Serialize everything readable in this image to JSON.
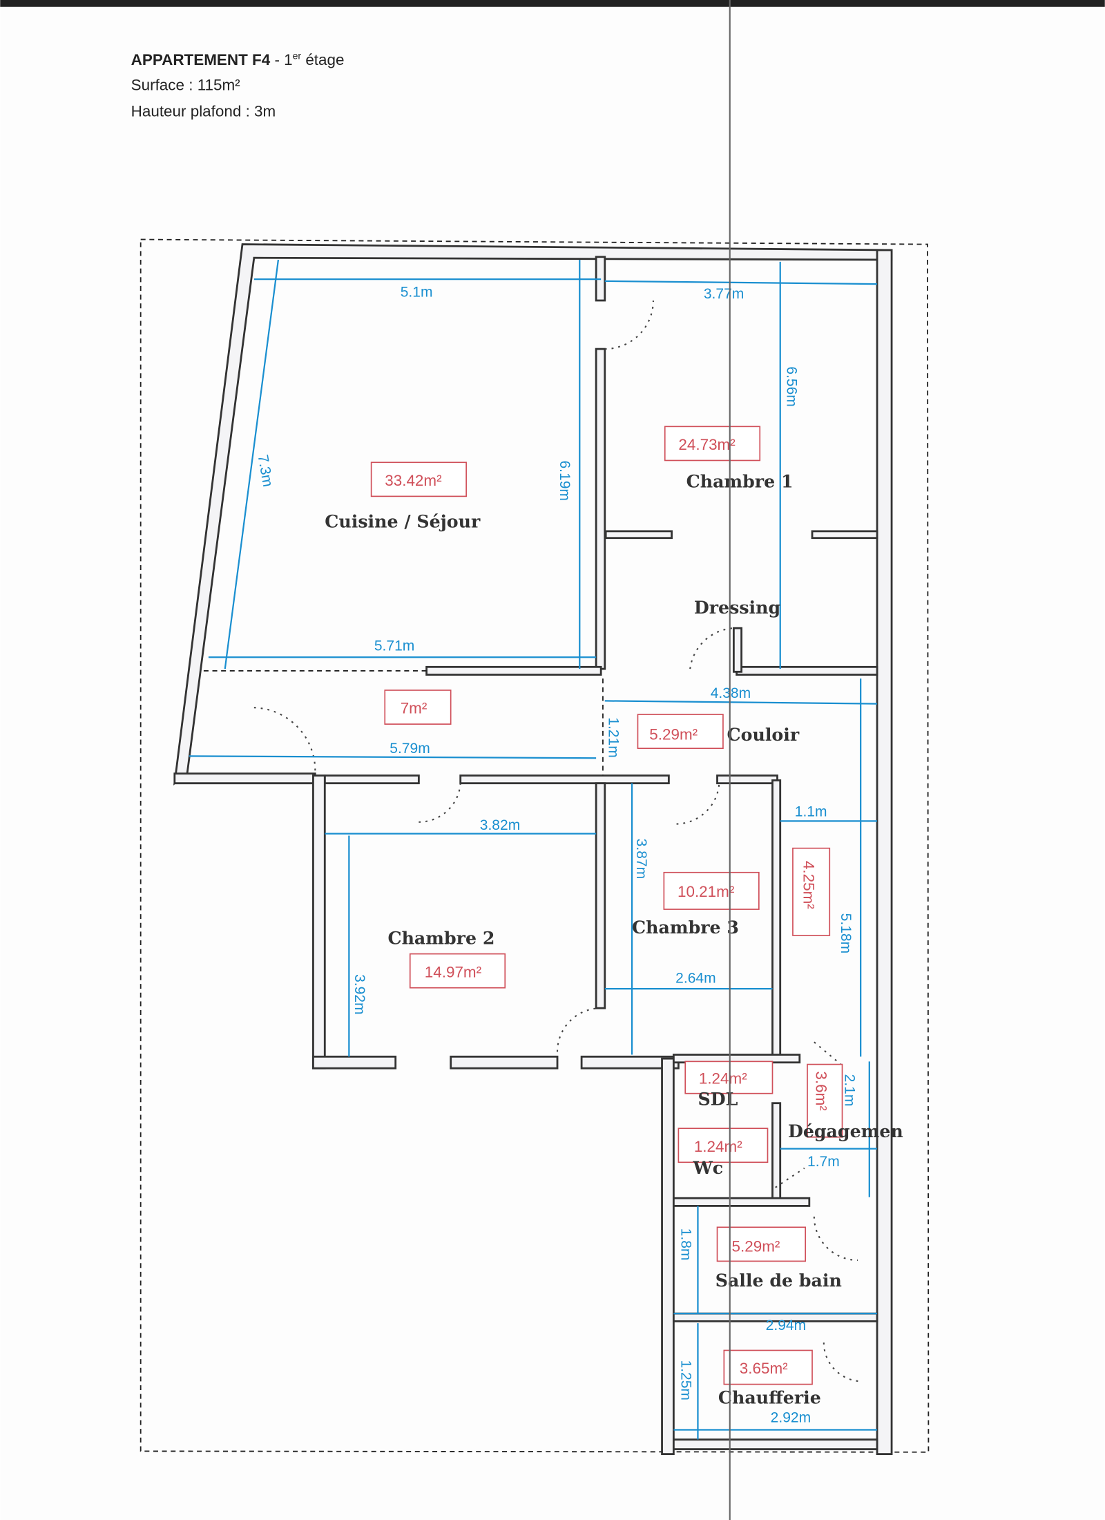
{
  "header": {
    "title_bold": "APPARTEMENT F4",
    "title_rest": " - 1",
    "title_sup": "er",
    "title_end": " étage",
    "surface": "Surface : 115m²",
    "ceiling": "Hauteur plafond : 3m"
  },
  "rooms": [
    {
      "name": "Cuisine / Séjour",
      "area": "33.42m²"
    },
    {
      "name": "Chambre 1",
      "area": "24.73m²"
    },
    {
      "name": "Dressing"
    },
    {
      "name": "",
      "area": "7m²"
    },
    {
      "name": "Couloir",
      "area": "5.29m²"
    },
    {
      "name": "Chambre 2",
      "area": "14.97m²"
    },
    {
      "name": "Chambre 3",
      "area": "10.21m²"
    },
    {
      "name": "",
      "area": "4.25m²"
    },
    {
      "name": "SDL",
      "area": "1.24m²"
    },
    {
      "name": "Wc",
      "area": "1.24m²"
    },
    {
      "name": "Dégagemen",
      "area": "3.6m²"
    },
    {
      "name": "Salle de bain",
      "area": "5.29m²"
    },
    {
      "name": "Chaufferie",
      "area": "3.65m²"
    }
  ],
  "dimensions": [
    "5.1m",
    "3.77m",
    "6.56m",
    "7.3m",
    "6.19m",
    "5.71m",
    "4.38m",
    "1.21m",
    "5.79m",
    "3.82m",
    "3.87m",
    "1.1m",
    "5.18m",
    "3.92m",
    "2.64m",
    "2.1m",
    "1.7m",
    "1.8m",
    "2.94m",
    "1.25m",
    "2.92m"
  ],
  "colors": {
    "dimension": "#1a8fd0",
    "area": "#d0505a",
    "wall": "#333333"
  }
}
